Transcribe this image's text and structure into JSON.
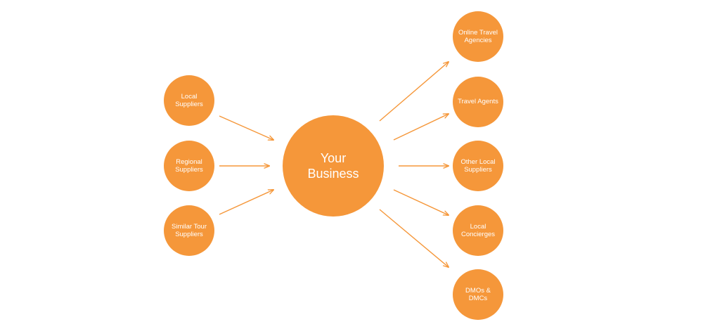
{
  "colors": {
    "node_fill": "#F5973A",
    "arrow": "#F5973A",
    "node_text": "#ffffff",
    "background": "#ffffff"
  },
  "center": {
    "label": "Your Business"
  },
  "left_nodes": [
    {
      "label": "Local Suppliers"
    },
    {
      "label": "Regional Suppliers"
    },
    {
      "label": "Similar Tour Suppliers"
    }
  ],
  "right_nodes": [
    {
      "label": "Online Travel Agencies"
    },
    {
      "label": "Travel Agents"
    },
    {
      "label": "Other Local Suppliers"
    },
    {
      "label": "Local Concierges"
    },
    {
      "label": "DMOs & DMCs"
    }
  ]
}
